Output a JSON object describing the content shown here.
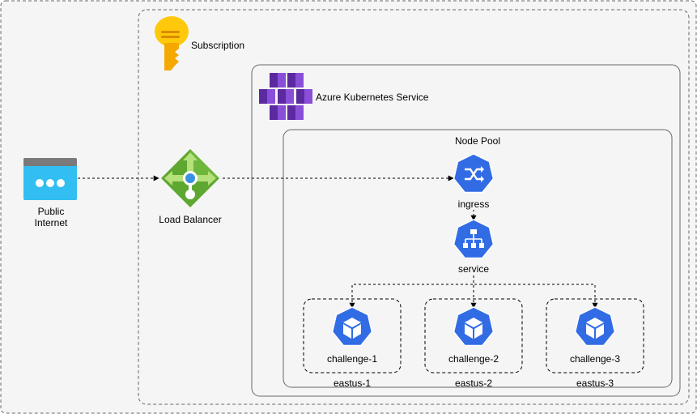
{
  "colors": {
    "outer_bg": "#f5f5f5",
    "border_gray": "#666666",
    "k8s_blue": "#326ce5",
    "lb_green": "#5ea731",
    "lb_dark_green": "#3e7b1f",
    "key_yellow": "#ffc80a",
    "browser_blue": "#32bef0",
    "browser_gray": "#7a7a7a",
    "aks_purple": "#7b3fc7"
  },
  "nodes": {
    "internet": {
      "label": "Public\nInternet",
      "icon": "browser-window-icon"
    },
    "subscription": {
      "label": "Subscription",
      "icon": "key-icon"
    },
    "load_balancer": {
      "label": "Load Balancer",
      "icon": "load-balancer-icon"
    },
    "aks": {
      "label": "Azure Kubernetes Service",
      "icon": "kubernetes-service-icon"
    },
    "node_pool": {
      "label": "Node Pool"
    },
    "ingress": {
      "label": "ingress",
      "icon": "ingress-icon"
    },
    "service": {
      "label": "service",
      "icon": "service-icon"
    }
  },
  "challenges": [
    {
      "name": "challenge-1",
      "zone": "eastus-1"
    },
    {
      "name": "challenge-2",
      "zone": "eastus-2"
    },
    {
      "name": "challenge-3",
      "zone": "eastus-3"
    }
  ]
}
